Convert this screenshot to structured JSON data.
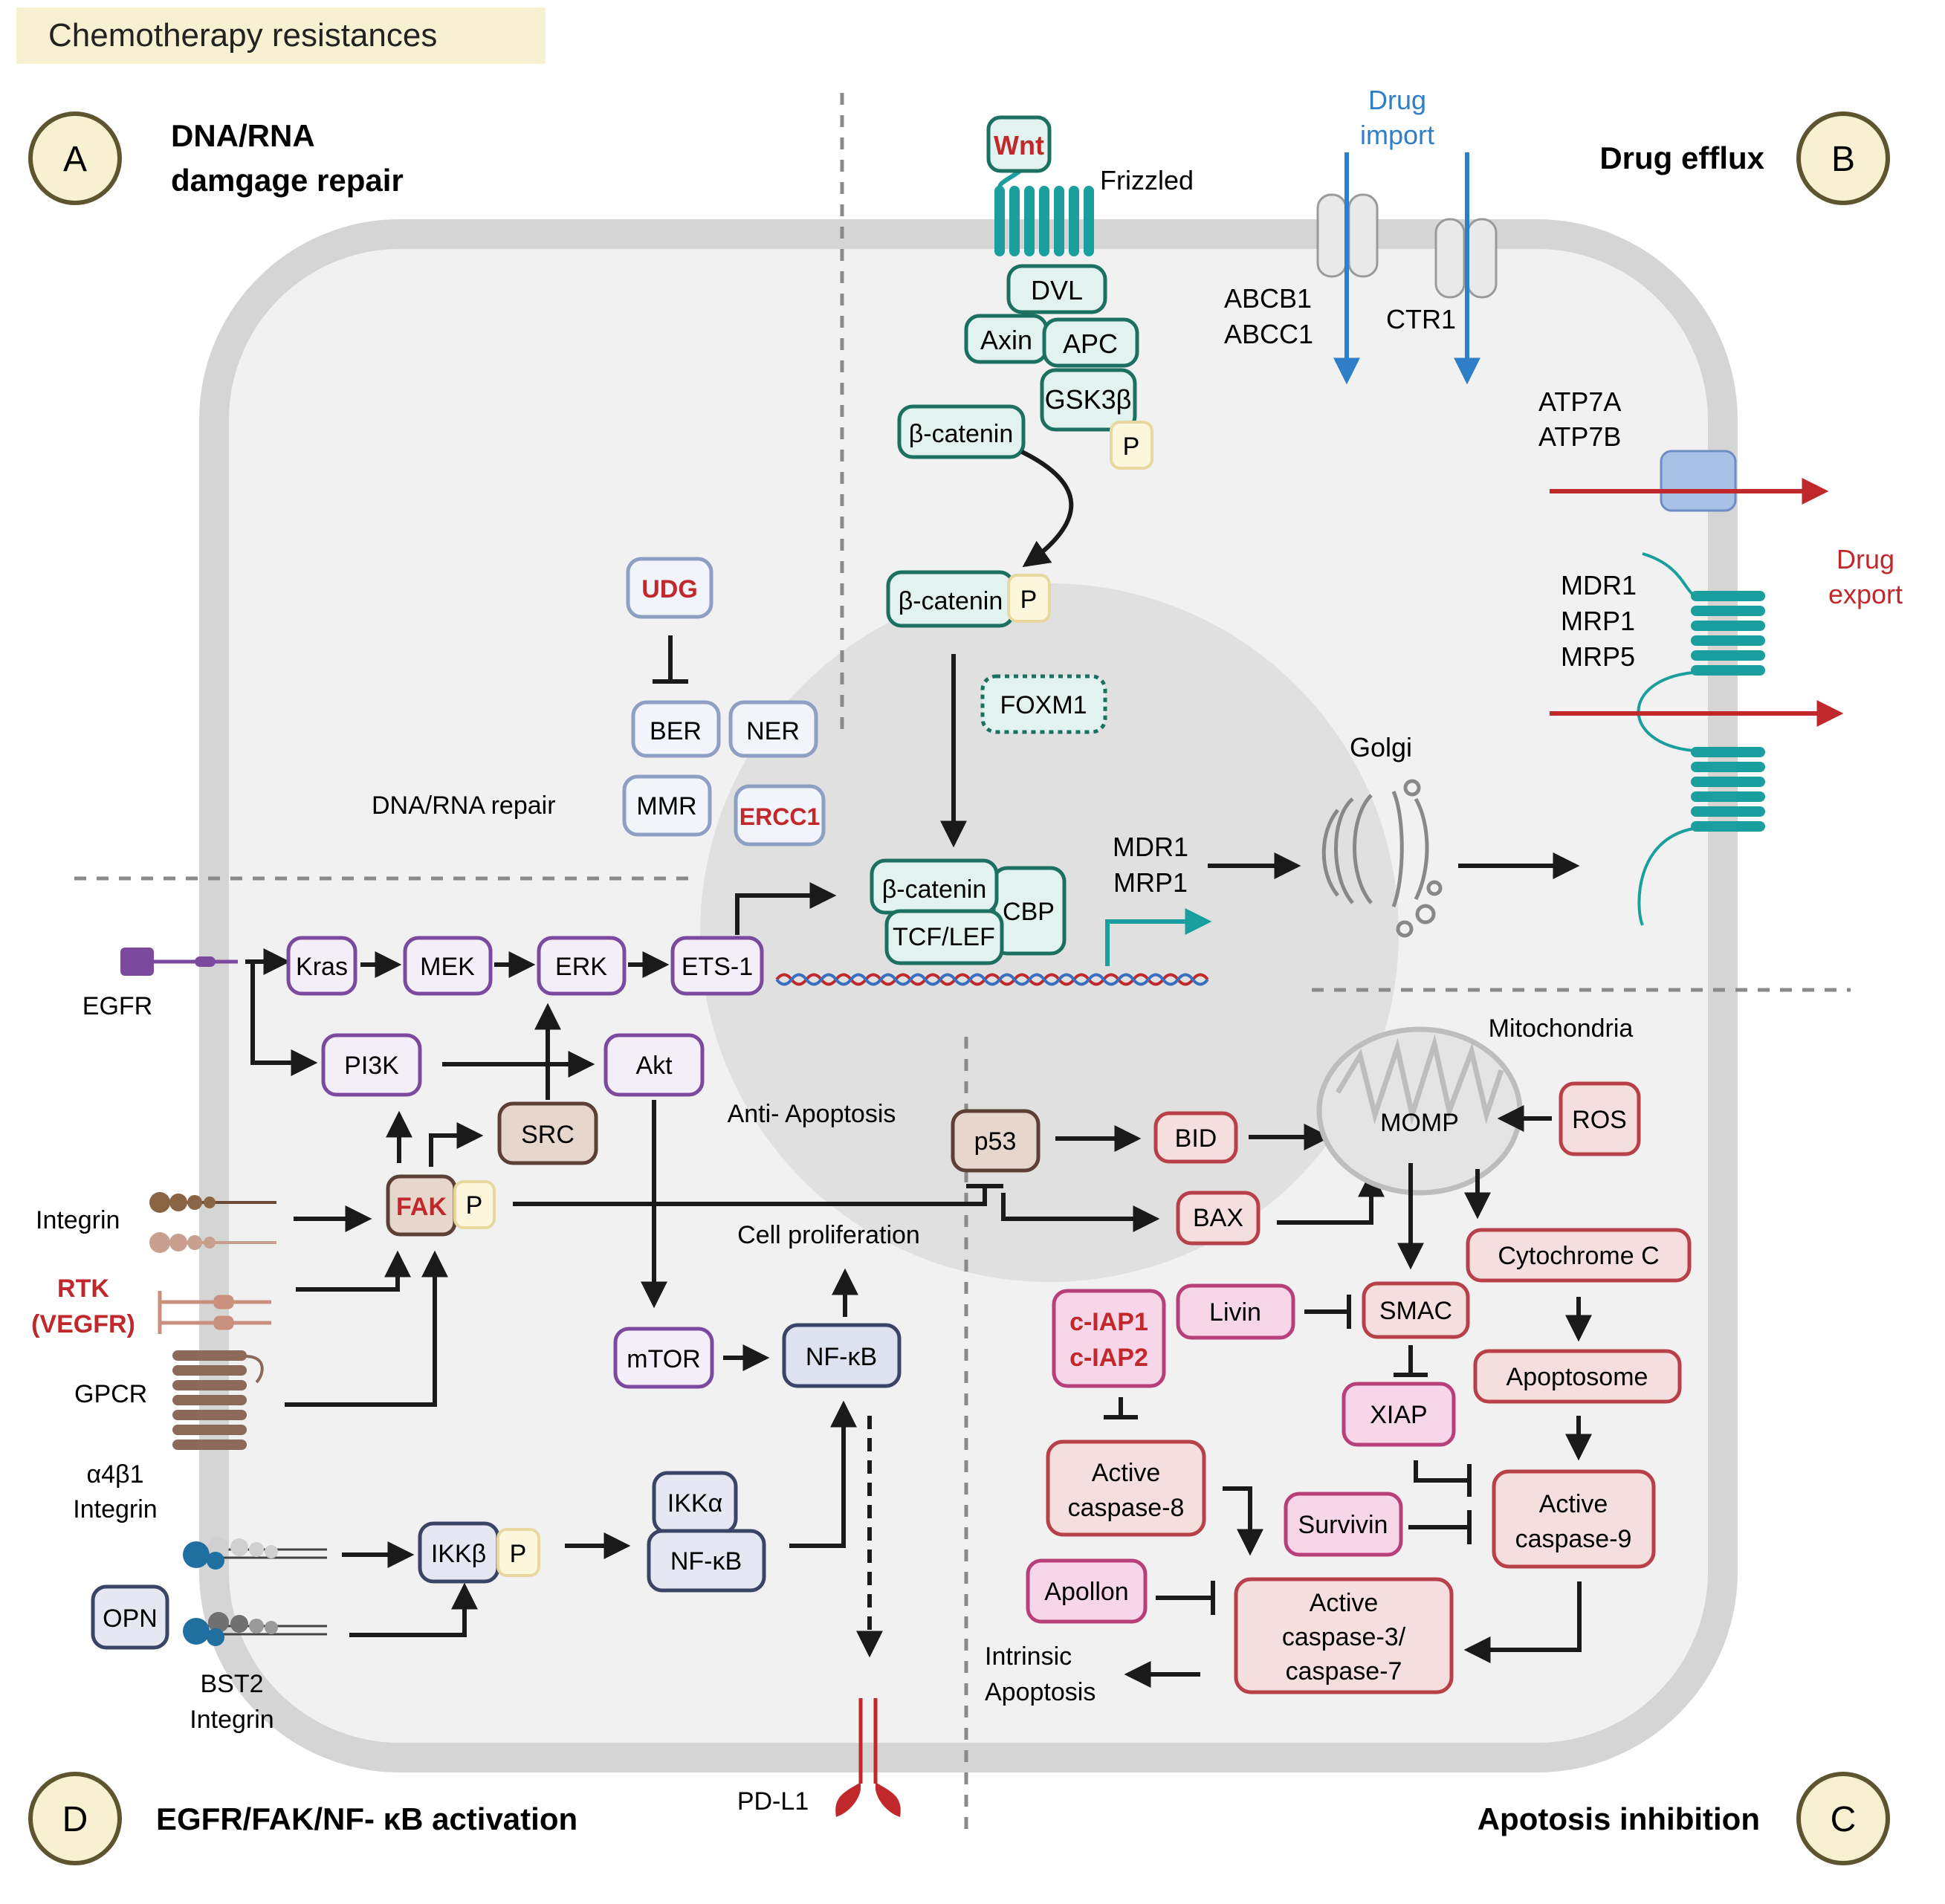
{
  "title": "Chemotherapy resistances",
  "sections": {
    "a": {
      "badge": "A",
      "line1": "DNA/RNA",
      "line2": "damgage repair"
    },
    "b": {
      "badge": "B",
      "label": "Drug efflux"
    },
    "c": {
      "badge": "C",
      "label": "Apotosis inhibition"
    },
    "d": {
      "badge": "D",
      "label": "EGFR/FAK/NF- κB activation"
    }
  },
  "colors": {
    "teal": "#1a9e9e",
    "purple": "#7b4a9e",
    "red": "#c0282c",
    "blue": "#2f7fc8",
    "dna_repair": "#8e9fc4",
    "apoptosis": "#b84048",
    "brown": "#8c6a5a",
    "navy": "#5c6890"
  },
  "labels": {
    "frizzled": "Frizzled",
    "drug_import_1": "Drug",
    "drug_import_2": "import",
    "abcb1": "ABCB1",
    "abcc1": "ABCC1",
    "ctr1": "CTR1",
    "atp7a": "ATP7A",
    "atp7b": "ATP7B",
    "drug_export_1": "Drug",
    "drug_export_2": "export",
    "mdr1_b": "MDR1",
    "mrp1_b": "MRP1",
    "mrp5_b": "MRP5",
    "golgi": "Golgi",
    "mdr1_n": "MDR1",
    "mrp1_n": "MRP1",
    "dna_rna_repair": "DNA/RNA repair",
    "egfr": "EGFR",
    "integrin": "Integrin",
    "rtk_1": "RTK",
    "rtk_2": "(VEGFR)",
    "gpcr": "GPCR",
    "a4b1_1": "α4β1",
    "a4b1_2": "Integrin",
    "bst2_1": "BST2",
    "bst2_2": "Integrin",
    "anti_apoptosis": "Anti- Apoptosis",
    "cell_proliferation": "Cell proliferation",
    "mitochondria": "Mitochondria",
    "momp": "MOMP",
    "intrinsic_1": "Intrinsic",
    "intrinsic_2": "Apoptosis",
    "pdl1": "PD-L1"
  },
  "nodes": {
    "wnt": "Wnt",
    "dvl": "DVL",
    "axin": "Axin",
    "apc": "APC",
    "gsk3b": "GSK3β",
    "bcat1": "β-catenin",
    "p_gsk": "P",
    "bcat2": "β-catenin",
    "p_bcat": "P",
    "foxm1": "FOXM1",
    "bcat3": "β-catenin",
    "cbp": "CBP",
    "tcf": "TCF/LEF",
    "udg": "UDG",
    "ber": "BER",
    "ner": "NER",
    "mmr": "MMR",
    "ercc1": "ERCC1",
    "kras": "Kras",
    "mek": "MEK",
    "erk": "ERK",
    "ets1": "ETS-1",
    "pi3k": "PI3K",
    "akt": "Akt",
    "src": "SRC",
    "fak": "FAK",
    "p_fak": "P",
    "mtor": "mTOR",
    "nfkb": "NF-κB",
    "ikka": "IKKα",
    "nfkb2": "NF-κB",
    "ikkb": "IKKβ",
    "p_ikk": "P",
    "opn": "OPN",
    "p53": "p53",
    "bid": "BID",
    "bax": "BAX",
    "ros": "ROS",
    "cytc": "Cytochrome C",
    "livin": "Livin",
    "smac": "SMAC",
    "ciap1": "c-IAP1",
    "ciap2": "c-IAP2",
    "apoptosome": "Apoptosome",
    "xiap": "XIAP",
    "casp8_1": "Active",
    "casp8_2": "caspase-8",
    "survivin": "Survivin",
    "casp9_1": "Active",
    "casp9_2": "caspase-9",
    "apollon": "Apollon",
    "casp37_1": "Active",
    "casp37_2": "caspase-3/",
    "casp37_3": "caspase-7"
  }
}
